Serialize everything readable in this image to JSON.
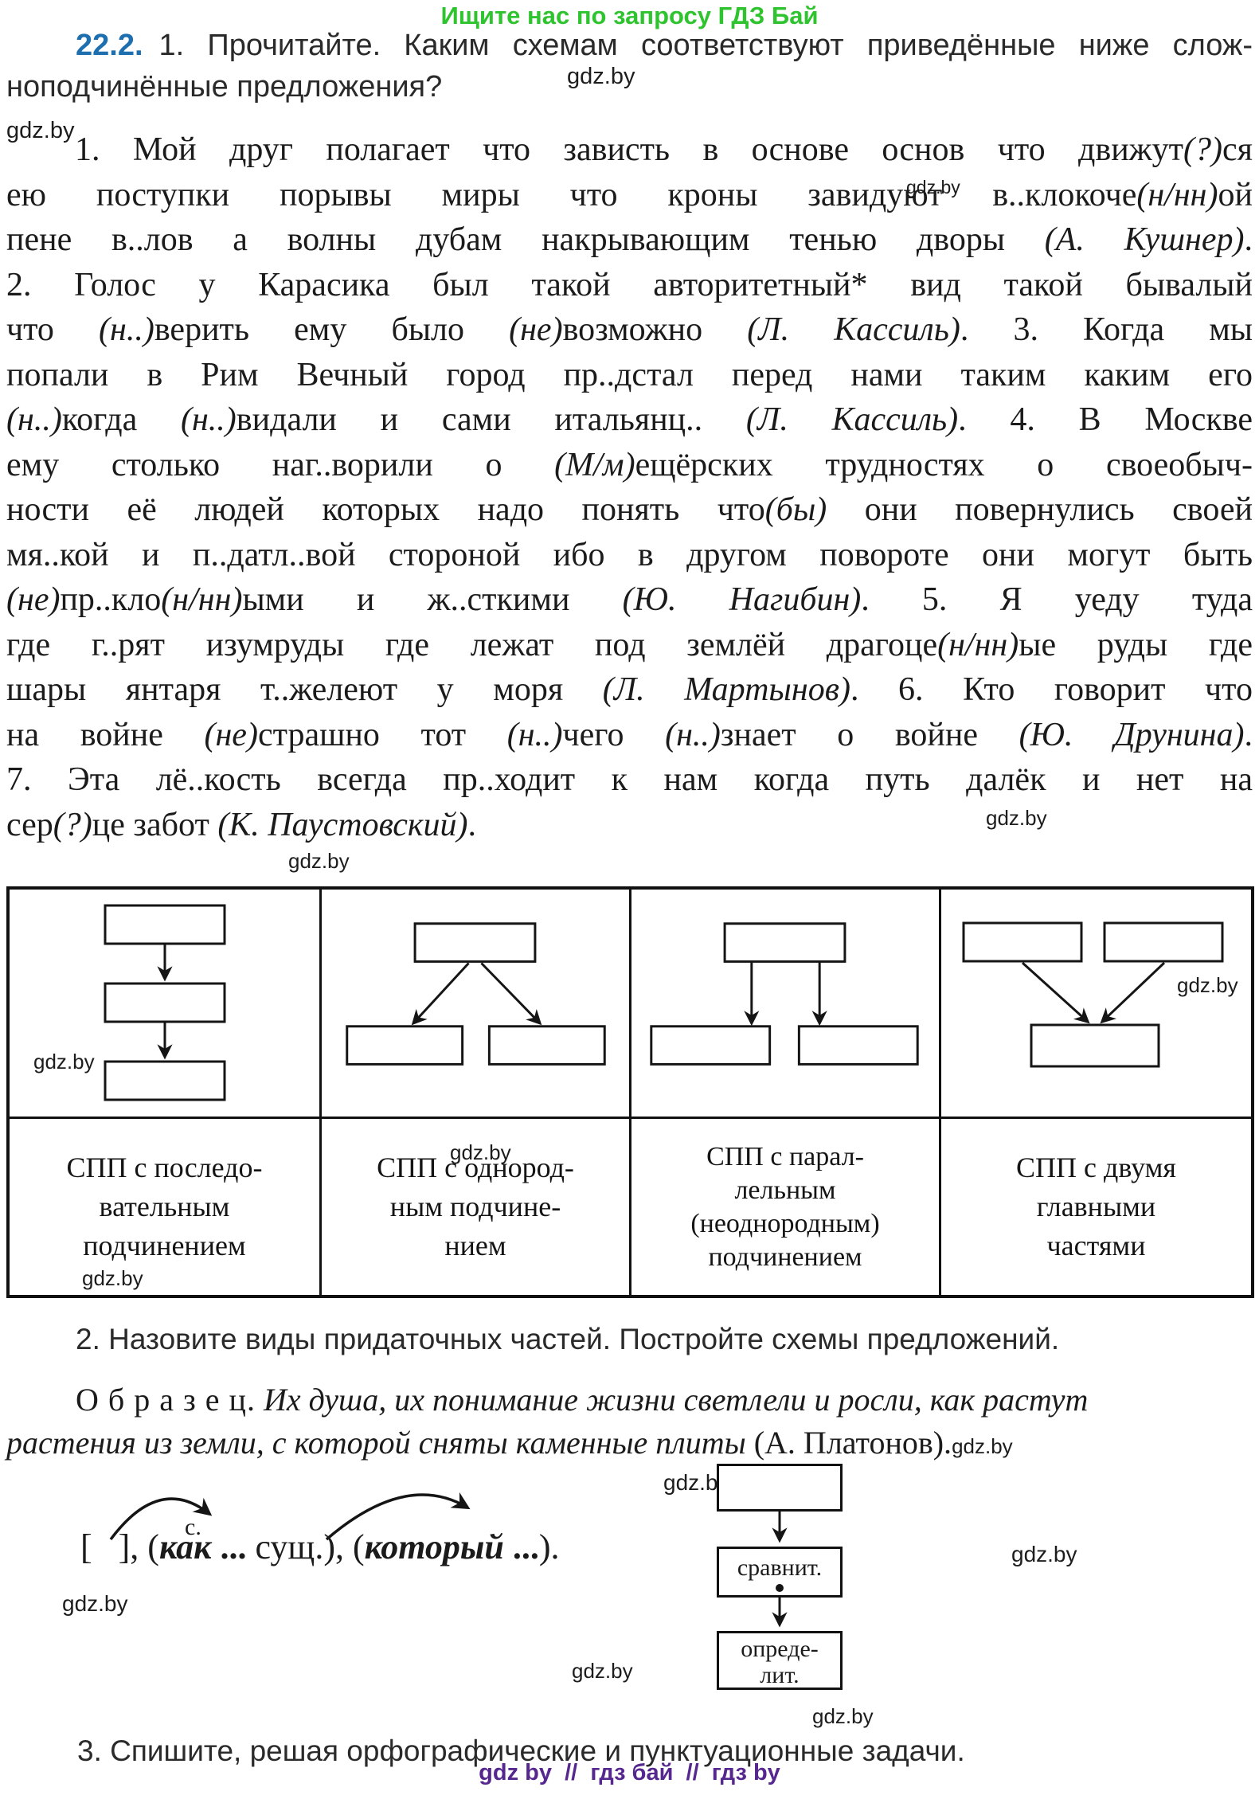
{
  "page": {
    "promo_top": "Ищите нас по запросу ГДЗ Бай",
    "watermark": "gdz.by",
    "footer": "gdz by  //  гдз бай  //  гдз by"
  },
  "exercise": {
    "number": "22.2.",
    "task1_line1": "1. Прочитайте. Каким схемам соответствуют приведённые ниже слож-",
    "task1_line2": "ноподчинённые предложения?",
    "lines": [
      {
        "parts": [
          {
            "t": "1. Мой друг полагает что зависть в основе основ что движут",
            "s": "n"
          },
          {
            "t": "(?)",
            "s": "i"
          },
          {
            "t": "ся",
            "s": "n"
          }
        ]
      },
      {
        "parts": [
          {
            "t": "ею поступки порывы миры что кроны завидуют в..клокоче",
            "s": "n"
          },
          {
            "t": "(н/нн)",
            "s": "i"
          },
          {
            "t": "ой",
            "s": "n"
          }
        ]
      },
      {
        "parts": [
          {
            "t": "пене в..лов а волны дубам накрывающим тенью дворы ",
            "s": "n"
          },
          {
            "t": "(А. Кушнер)",
            "s": "i"
          },
          {
            "t": ".",
            "s": "n"
          }
        ]
      },
      {
        "parts": [
          {
            "t": "2. Голос у Карасика был такой авторитетный* вид такой бывалый",
            "s": "n"
          }
        ]
      },
      {
        "parts": [
          {
            "t": "что ",
            "s": "n"
          },
          {
            "t": "(н..)",
            "s": "i"
          },
          {
            "t": "верить ему было ",
            "s": "n"
          },
          {
            "t": "(не)",
            "s": "i"
          },
          {
            "t": "возможно ",
            "s": "n"
          },
          {
            "t": "(Л. Кассиль)",
            "s": "i"
          },
          {
            "t": ". 3. Когда мы",
            "s": "n"
          }
        ]
      },
      {
        "parts": [
          {
            "t": "попали в Рим Вечный город пр..дстал перед нами таким каким его",
            "s": "n"
          }
        ]
      },
      {
        "parts": [
          {
            "t": "(н..)",
            "s": "i"
          },
          {
            "t": "когда ",
            "s": "n"
          },
          {
            "t": "(н..)",
            "s": "i"
          },
          {
            "t": "видали и сами итальянц.. ",
            "s": "n"
          },
          {
            "t": "(Л. Кассиль)",
            "s": "i"
          },
          {
            "t": ". 4. В Москве",
            "s": "n"
          }
        ]
      },
      {
        "parts": [
          {
            "t": "ему столько наг..ворили о ",
            "s": "n"
          },
          {
            "t": "(М/м)",
            "s": "i"
          },
          {
            "t": "ещёрских трудностях о своеобыч-",
            "s": "n"
          }
        ]
      },
      {
        "parts": [
          {
            "t": "ности её людей которых надо понять что",
            "s": "n"
          },
          {
            "t": "(бы)",
            "s": "i"
          },
          {
            "t": " они повернулись своей",
            "s": "n"
          }
        ]
      },
      {
        "parts": [
          {
            "t": "мя..кой и п..датл..вой стороной ибо в другом повороте они могут быть",
            "s": "n"
          }
        ]
      },
      {
        "parts": [
          {
            "t": "(не)",
            "s": "i"
          },
          {
            "t": "пр..кло",
            "s": "n"
          },
          {
            "t": "(н/нн)",
            "s": "i"
          },
          {
            "t": "ыми и ж..сткими ",
            "s": "n"
          },
          {
            "t": "(Ю. Нагибин)",
            "s": "i"
          },
          {
            "t": ". 5. Я уеду туда",
            "s": "n"
          }
        ]
      },
      {
        "parts": [
          {
            "t": "где г..рят изумруды где лежат под землёй драгоце",
            "s": "n"
          },
          {
            "t": "(н/нн)",
            "s": "i"
          },
          {
            "t": "ые руды где",
            "s": "n"
          }
        ]
      },
      {
        "parts": [
          {
            "t": "шары янтаря т..желеют у моря ",
            "s": "n"
          },
          {
            "t": "(Л. Мартынов)",
            "s": "i"
          },
          {
            "t": ". 6. Кто говорит что",
            "s": "n"
          }
        ]
      },
      {
        "parts": [
          {
            "t": "на войне ",
            "s": "n"
          },
          {
            "t": "(не)",
            "s": "i"
          },
          {
            "t": "страшно тот ",
            "s": "n"
          },
          {
            "t": "(н..)",
            "s": "i"
          },
          {
            "t": "чего ",
            "s": "n"
          },
          {
            "t": "(н..)",
            "s": "i"
          },
          {
            "t": "знает о войне ",
            "s": "n"
          },
          {
            "t": "(Ю. Друнина)",
            "s": "i"
          },
          {
            "t": ".",
            "s": "n"
          }
        ]
      },
      {
        "parts": [
          {
            "t": "7. Эта лё..кость всегда пр..ходит к нам когда путь далёк и нет на",
            "s": "n"
          }
        ]
      },
      {
        "parts": [
          {
            "t": "сер",
            "s": "n"
          },
          {
            "t": "(?)",
            "s": "i"
          },
          {
            "t": "це забот ",
            "s": "n"
          },
          {
            "t": "(К. Паустовский)",
            "s": "i"
          },
          {
            "t": ".",
            "s": "n"
          }
        ]
      }
    ]
  },
  "table": {
    "labels": [
      {
        "lines": [
          "СПП с последо-",
          "вательным",
          "подчинением"
        ]
      },
      {
        "lines": [
          "СПП с однород-",
          "ным подчине-",
          "нием"
        ]
      },
      {
        "lines": [
          "СПП с парал-",
          "лельным",
          "(неоднородным)",
          "подчинением"
        ]
      },
      {
        "lines": [
          "СПП с двумя",
          "главными",
          "частями"
        ]
      }
    ]
  },
  "task2": {
    "text": "2. Назовите виды придаточных частей. Постройте схемы предложений.",
    "sample_label": "О б р а з е ц.",
    "sample_line1": "Их душа, их понимание жизни светлели и росли, как растут",
    "sample_line2": "растения из земли, с которой сняты каменные плиты ",
    "sample_author": "(А. Платонов).",
    "scheme": {
      "conj_label": "с.",
      "parts": [
        {
          "t": "[   ], (",
          "s": "n"
        },
        {
          "t": "как",
          "s": "bi"
        },
        {
          "t": " ... ",
          "s": "b"
        },
        {
          "t": "сущ.), (",
          "s": "n"
        },
        {
          "t": "который",
          "s": "bi"
        },
        {
          "t": " ...",
          "s": "b"
        },
        {
          "t": ").",
          "s": "n"
        }
      ]
    },
    "chain": {
      "middle": "сравнит.",
      "bottom_line1": "опреде-",
      "bottom_line2": "лит."
    }
  },
  "task3": {
    "text": "3. Спишите, решая орфографические и пунктуационные задачи."
  }
}
